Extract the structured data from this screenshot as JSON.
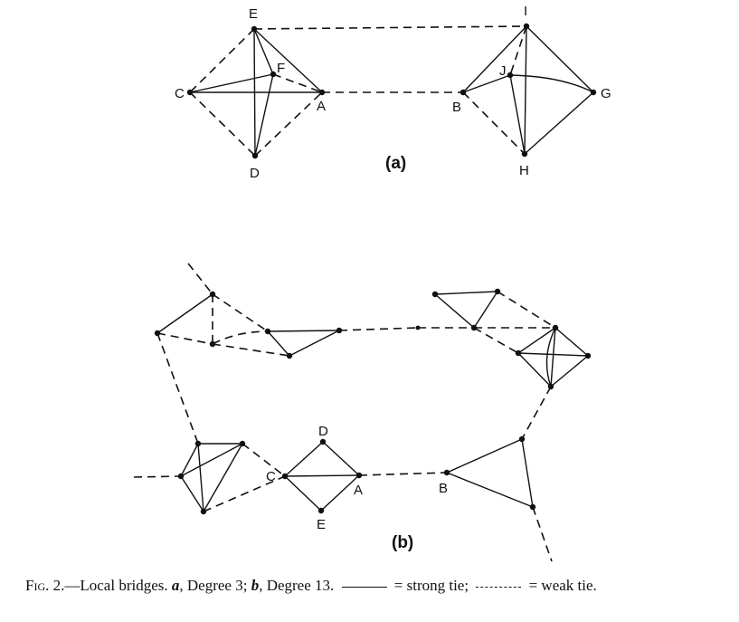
{
  "figure": {
    "panel_a_label": "(a)",
    "panel_b_label": "(b)",
    "node_labels": {
      "a": [
        "E",
        "F",
        "C",
        "A",
        "D",
        "I",
        "J",
        "B",
        "G",
        "H"
      ],
      "b": [
        "D",
        "C",
        "A",
        "E",
        "B"
      ]
    }
  },
  "caption": {
    "fig": "Fig. 2.",
    "title": "—Local bridges. ",
    "a_letter": "a",
    "a_text": ", Degree 3; ",
    "b_letter": "b",
    "b_text": ", Degree 13. ",
    "strong_text": " = strong tie; ",
    "weak_text": " = weak tie."
  }
}
